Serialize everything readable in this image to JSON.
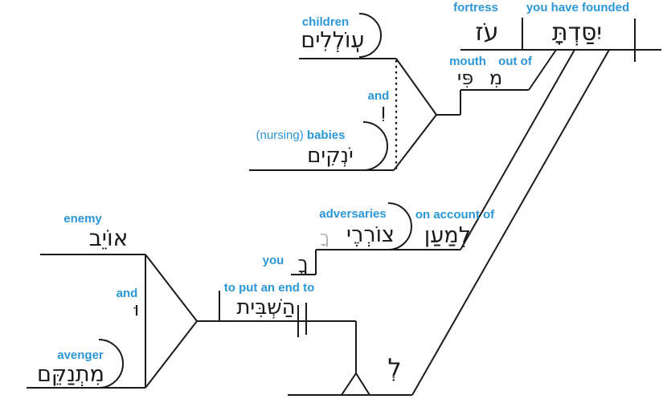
{
  "colors": {
    "label_blue": "#2b96d8",
    "line_black": "#1a1a1a",
    "muted_gray": "#b3b3b3"
  },
  "main_clause": {
    "object": {
      "gloss": "fortress",
      "hebrew": "עֹז"
    },
    "verb": {
      "gloss": "you have founded",
      "hebrew": "יִסַּדְתָּ"
    }
  },
  "mouth_phrase": {
    "noun": {
      "gloss": "mouth",
      "hebrew": "פִּי"
    },
    "preposition": {
      "gloss": "out of",
      "hebrew": "מִ"
    }
  },
  "compound_subject": {
    "first": {
      "gloss": "children",
      "hebrew": "עֽוֹלְלִים"
    },
    "conjunction": {
      "gloss": "and",
      "hebrew": "וְ"
    },
    "second": {
      "qualifier": "(nursing)",
      "gloss": "babies",
      "hebrew": "יֹנְקִים"
    }
  },
  "purpose_phrase": {
    "noun": {
      "gloss": "adversaries",
      "hebrew": "צוֹרְרֶי",
      "suffix_hebrew": "ךָ"
    },
    "preposition": {
      "gloss": "on account of",
      "hebrew": "לְמַעַן"
    },
    "pronoun": {
      "gloss": "you",
      "hebrew": "ךָ"
    }
  },
  "compound_object": {
    "first": {
      "gloss": "enemy",
      "hebrew": "אוֹיֵב"
    },
    "conjunction": {
      "gloss": "and",
      "hebrew": "וּ"
    },
    "second": {
      "gloss": "avenger",
      "hebrew": "מִתְנַקֵּם"
    }
  },
  "infinitive_clause": {
    "verb": {
      "gloss": "to put an end to",
      "hebrew": "הַשְׁבִּית"
    },
    "preposition": {
      "hebrew": "לְ"
    }
  }
}
